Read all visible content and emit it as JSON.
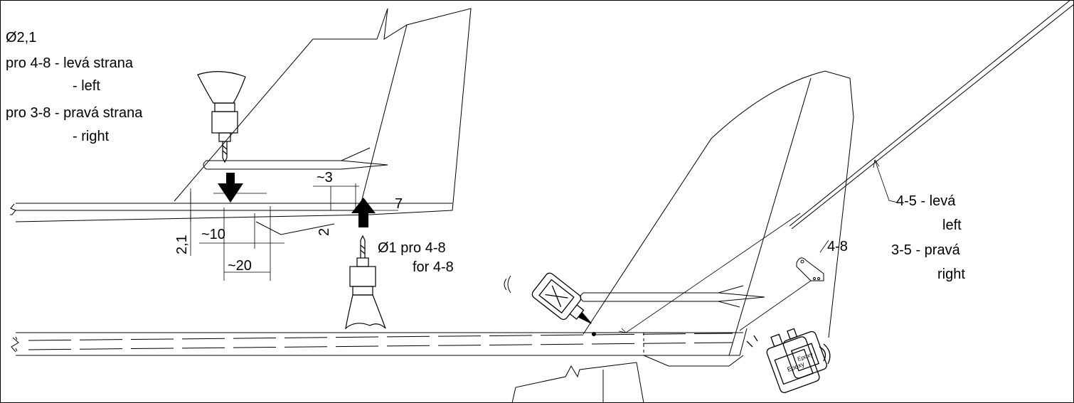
{
  "notes": {
    "diameter_large": "Ø2,1",
    "left_side_line": "pro 4-8 - levá strana",
    "left_en": "- left",
    "right_side_line": "pro 3-8 - pravá strana",
    "right_en": "- right",
    "drill_small": "Ø1 pro 4-8",
    "drill_small_en": "for 4-8",
    "part_label": "4-8",
    "rod_left_cz": "4-5 - levá",
    "rod_left_en": "left",
    "rod_right_cz": "3-5 - pravá",
    "rod_right_en": "right"
  },
  "dimensions": {
    "d_approx3": "~3",
    "d_7": "7",
    "d_2": "2",
    "d_21": "2,1",
    "d_approx10": "~10",
    "d_approx20": "~20"
  },
  "bottles": {
    "glue_label": "Epoxy",
    "hardener_label": "Epoxy"
  },
  "colors": {
    "ink": "#000000",
    "paper": "#ffffff"
  }
}
